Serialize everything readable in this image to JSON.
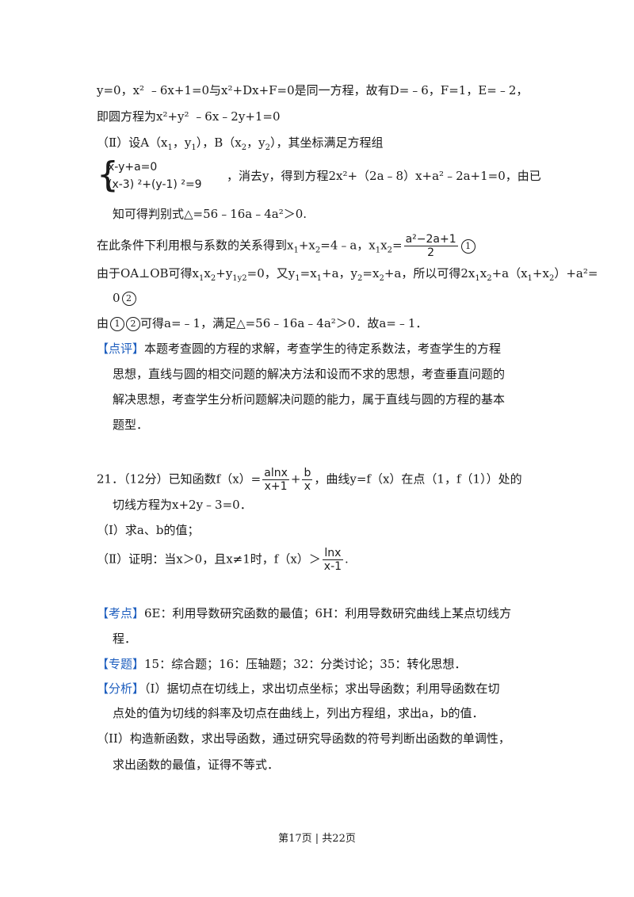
{
  "lines": {
    "l1": "y=0，x² ﹣6x+1=0与x²+Dx+F=0是同一方程，故有D=﹣6，F=1，E=﹣2，",
    "l2": "即圆方程为x²+y² ﹣6x﹣2y+1=0",
    "l3": "（Ⅱ）设A（x",
    "l3_s1": "1",
    "l3_b": "，y",
    "l3_s2": "1",
    "l3_c": "），B（x",
    "l3_s3": "2",
    "l3_d": "，y",
    "l3_s4": "2",
    "l3_e": "），其坐标满足方程组",
    "sys1": "x-y+a=0",
    "sys2": "(x-3) ²+(y-1) ²=9",
    "l4": "，消去y，得到方程2x²+（2a﹣8）x+a²﹣2a+1=0，由已",
    "l5": "知可得判别式△=56﹣16a﹣4a²＞0.",
    "l6_a": "在此条件下利用根与系数的关系得到x",
    "l6_s1": "1",
    "l6_b": "+x",
    "l6_s2": "2",
    "l6_c": "=4﹣a，x",
    "l6_s3": "1",
    "l6_d": "x",
    "l6_s4": "2",
    "l6_e": "=",
    "l6_num": "a²−2a+1",
    "l6_den": "2",
    "circle1": "1",
    "l7_a": "由于OA⊥OB可得x",
    "l7_s1": "1",
    "l7_b": "x",
    "l7_s2": "2",
    "l7_c": "+y",
    "l7_s3": "1y2",
    "l7_d": "=0，又y",
    "l7_s4": "1",
    "l7_e": "=x",
    "l7_s5": "1",
    "l7_f": "+a，y",
    "l7_s6": "2",
    "l7_g": "=x",
    "l7_s7": "2",
    "l7_h": "+a，所以可得2x",
    "l7_s8": "1",
    "l7_i": "x",
    "l7_s9": "2",
    "l7_j": "+a（x",
    "l7_s10": "1",
    "l7_k": "+x",
    "l7_s11": "2",
    "l7_l": "）+a²=",
    "l8": "0",
    "circle2": "2",
    "l9_a": "由",
    "l9_b": "可得a=﹣1，满足△=56﹣16a﹣4a²＞0．故a=﹣1．",
    "review_tag": "【点评】",
    "review_1": "本题考查圆的方程的求解，考查学生的待定系数法，考查学生的方程",
    "review_2": "思想，直线与圆的相交问题的解决方法和设而不求的思想，考查垂直问题的",
    "review_3": "解决思想，考查学生分析问题解决问题的能力，属于直线与圆的方程的基本",
    "review_4": "题型．"
  },
  "q21": {
    "head": "21．（12分）已知函数f（x）=",
    "f_num": "alnx",
    "f_den": "x+1",
    "plus": "+",
    "b_num": "b",
    "b_den": "x",
    "tail": "，曲线y=f（x）在点（1，f（1））处的",
    "line2": "切线方程为x+2y﹣3=0．",
    "part1": "（Ⅰ）求a、b的值；",
    "part2": "（Ⅱ）证明：当x＞0，且x≠1时，f（x）＞",
    "p2_num": "lnx",
    "p2_den": "x-1",
    "p2_end": "."
  },
  "analysis": {
    "kaodian_tag": "【考点】",
    "kaodian_1": "6E：利用导数研究函数的最值；6H：利用导数研究曲线上某点切线方",
    "kaodian_2": "程．",
    "zhuanti_tag": "【专题】",
    "zhuanti": "15：综合题；16：压轴题；32：分类讨论；35：转化思想．",
    "fenxi_tag": "【分析】",
    "fenxi_1": "（I）据切点在切线上，求出切点坐标；求出导函数；利用导函数在切",
    "fenxi_2": "点处的值为切线的斜率及切点在曲线上，列出方程组，求出a，b的值．",
    "fenxi_3": "（II）构造新函数，求出导函数，通过研究导函数的符号判断出函数的单调性，",
    "fenxi_4": "求出函数的最值，证得不等式．"
  },
  "footer": "第17页 | 共22页",
  "colors": {
    "tag": "#1f5fbf",
    "text": "#1a1a1a"
  }
}
